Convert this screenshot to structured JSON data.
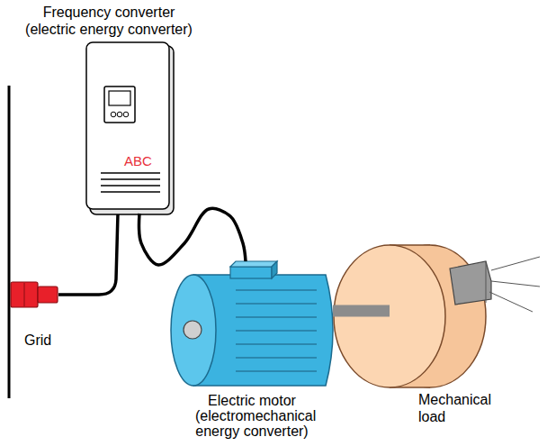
{
  "diagram": {
    "nodes": [
      {
        "text": [
          "Frequency converter (electric energy converter)",
          "ABC"
        ]
      },
      {
        "text": [
          "Electric motor (electromechanical energy converter)"
        ]
      },
      {
        "text": [
          "Mechanical load"
        ]
      }
    ],
    "edges": [
      {
        "from": 0,
        "to": 1,
        "arrow": "none"
      },
      {
        "from": 1,
        "to": 2,
        "arrow": "none"
      }
    ],
    "labels": [
      "Grid"
    ]
  }
}
